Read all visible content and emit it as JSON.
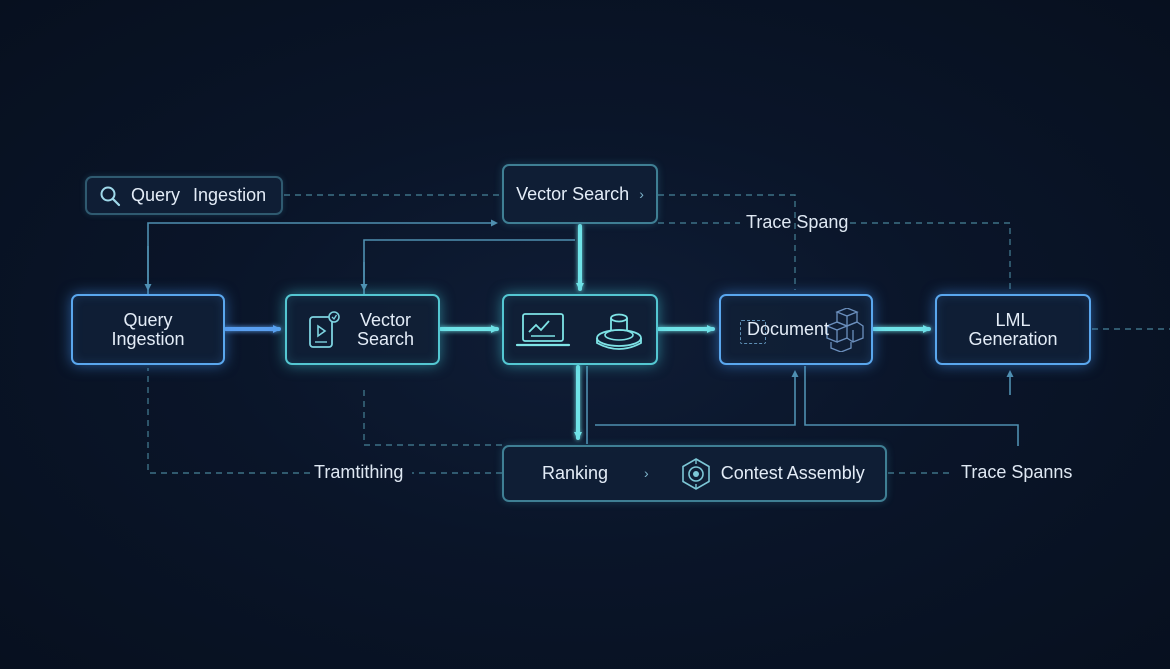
{
  "top": {
    "query_pill": {
      "word1": "Query",
      "word2": "Ingestion",
      "icon": "search-icon"
    },
    "vector_search_top": {
      "label": "Vector Search",
      "chevron": "›"
    },
    "trace_label": "Trace Spang"
  },
  "main_row": {
    "query_ingestion": {
      "line1": "Query",
      "line2": "Ingestion"
    },
    "vector_search": {
      "line1": "Vector",
      "line2": "Search",
      "icon": "document-play-icon"
    },
    "processing": {
      "icons": [
        "laptop-chart-icon",
        "database-icon"
      ]
    },
    "document": {
      "label": "Document",
      "icon": "cube-stack-icon"
    },
    "llm_generation": {
      "line1": "LML",
      "line2": "Generation"
    }
  },
  "bottom": {
    "left_label": "Tramtithing",
    "ranking": "Ranking",
    "chevron": "›",
    "context_assembly": "Contest Assembly",
    "right_label": "Trace Spanns",
    "icon": "gear-chip-icon"
  },
  "colors": {
    "background": "#0a1426",
    "blue_accent": "#5aa7ee",
    "teal_accent": "#54c7d2",
    "text": "#e3ecf7",
    "dashed_line": "#3d7186"
  }
}
